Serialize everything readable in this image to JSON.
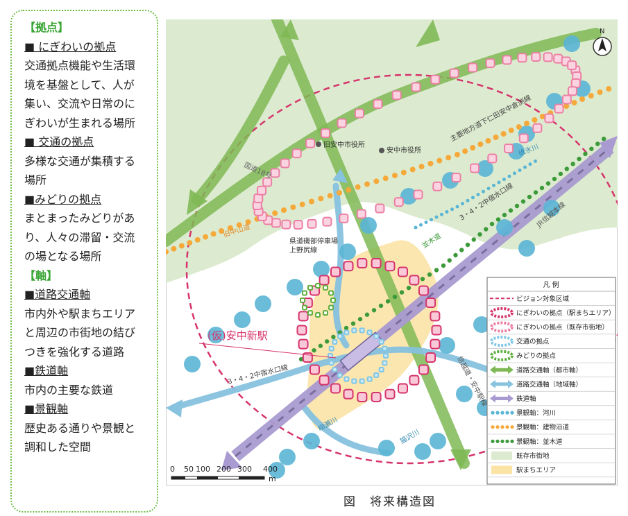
{
  "sidebar": {
    "lines": [
      {
        "text": "【拠点】",
        "kind": "section"
      },
      {
        "text": "■ にぎわいの拠点",
        "kind": "head"
      },
      {
        "text": "交通拠点機能や生活環",
        "kind": "body"
      },
      {
        "text": "境を基盤として、人が",
        "kind": "body"
      },
      {
        "text": "集い、交流や日常のに",
        "kind": "body"
      },
      {
        "text": "ぎわいが生まれる場所",
        "kind": "body"
      },
      {
        "text": "■ 交通の拠点",
        "kind": "head"
      },
      {
        "text": "多様な交通が集積する",
        "kind": "body"
      },
      {
        "text": "場所",
        "kind": "body"
      },
      {
        "text": "■みどりの拠点",
        "kind": "head"
      },
      {
        "text": "まとまったみどりがあ",
        "kind": "body"
      },
      {
        "text": "り、人々の滞留・交流",
        "kind": "body"
      },
      {
        "text": "の場となる場所",
        "kind": "body"
      },
      {
        "text": "【軸】",
        "kind": "section"
      },
      {
        "text": "■道路交通軸",
        "kind": "head"
      },
      {
        "text": "市内外や駅まちエリア",
        "kind": "body"
      },
      {
        "text": "と周辺の市街地の結び",
        "kind": "body"
      },
      {
        "text": "つきを強化する道路",
        "kind": "body"
      },
      {
        "text": "■鉄道軸",
        "kind": "head"
      },
      {
        "text": "市内の主要な鉄道",
        "kind": "body"
      },
      {
        "text": "■景観軸",
        "kind": "head"
      },
      {
        "text": "歴史ある通りや景観と",
        "kind": "body"
      },
      {
        "text": "調和した空間",
        "kind": "body"
      }
    ]
  },
  "map": {
    "north_label": "N",
    "labels": {
      "route18": "国道18号",
      "old_city_hall": "旧安中市役所",
      "city_hall": "安中市役所",
      "pref_road": "主要地方道下仁田安中倉渕線",
      "usui_river": "碓氷川",
      "nakasendo": "旧中山道",
      "bus_stop_1": "県道磯部停車場",
      "bus_stop_2": "上野尻線",
      "namiki": "並木道",
      "road_342_top": "3・4・2中宿水口線",
      "shinetsu": "JR信越本線",
      "station": "(仮)安中新駅",
      "road_342_bottom": "3・4・2中宿水口線",
      "rail_bypass": "信越道・安中駅線",
      "yanase_river": "柳瀬川",
      "river2": "猫沢川"
    },
    "scale": {
      "ticks": [
        "0",
        "50",
        "100",
        "200",
        "300",
        "400"
      ],
      "unit": "m"
    }
  },
  "legend": {
    "title": "凡 例",
    "items": [
      {
        "label": "ビジョン対象区域",
        "symbol": "dash-red"
      },
      {
        "label": "にぎわいの拠点（駅まちエリア）",
        "symbol": "ring-pink-dark"
      },
      {
        "label": "にぎわいの拠点（既存市街地）",
        "symbol": "ring-pink-light"
      },
      {
        "label": "交通の拠点",
        "symbol": "ring-lightblue"
      },
      {
        "label": "みどりの拠点",
        "symbol": "ring-green"
      },
      {
        "label": "道路交通軸（都市軸）",
        "symbol": "arrow-green"
      },
      {
        "label": "道路交通軸（地域軸）",
        "symbol": "arrow-blue"
      },
      {
        "label": "鉄道軸",
        "symbol": "arrow-purple"
      },
      {
        "label": "景観軸：河川",
        "symbol": "dots-blue"
      },
      {
        "label": "景観軸：建物沿道",
        "symbol": "dots-orange"
      },
      {
        "label": "景観軸：並木道",
        "symbol": "dots-green"
      },
      {
        "label": "既存市街地",
        "symbol": "fill-green"
      },
      {
        "label": "駅まちエリア",
        "symbol": "fill-yellow"
      }
    ]
  },
  "caption": "図　将来構造図",
  "colors": {
    "vision_red": "#d6336c",
    "urban_green": "#dcebcf",
    "station_yellow": "#fbe3a6",
    "road_green": "#7fb955",
    "road_blue": "#87c2df",
    "rail_purple": "#a99bd1",
    "river_blue": "#5ab5d5",
    "avenue_orange": "#f5a93a",
    "tree_green": "#3d9a3b",
    "pink": "#ec7fa4"
  }
}
